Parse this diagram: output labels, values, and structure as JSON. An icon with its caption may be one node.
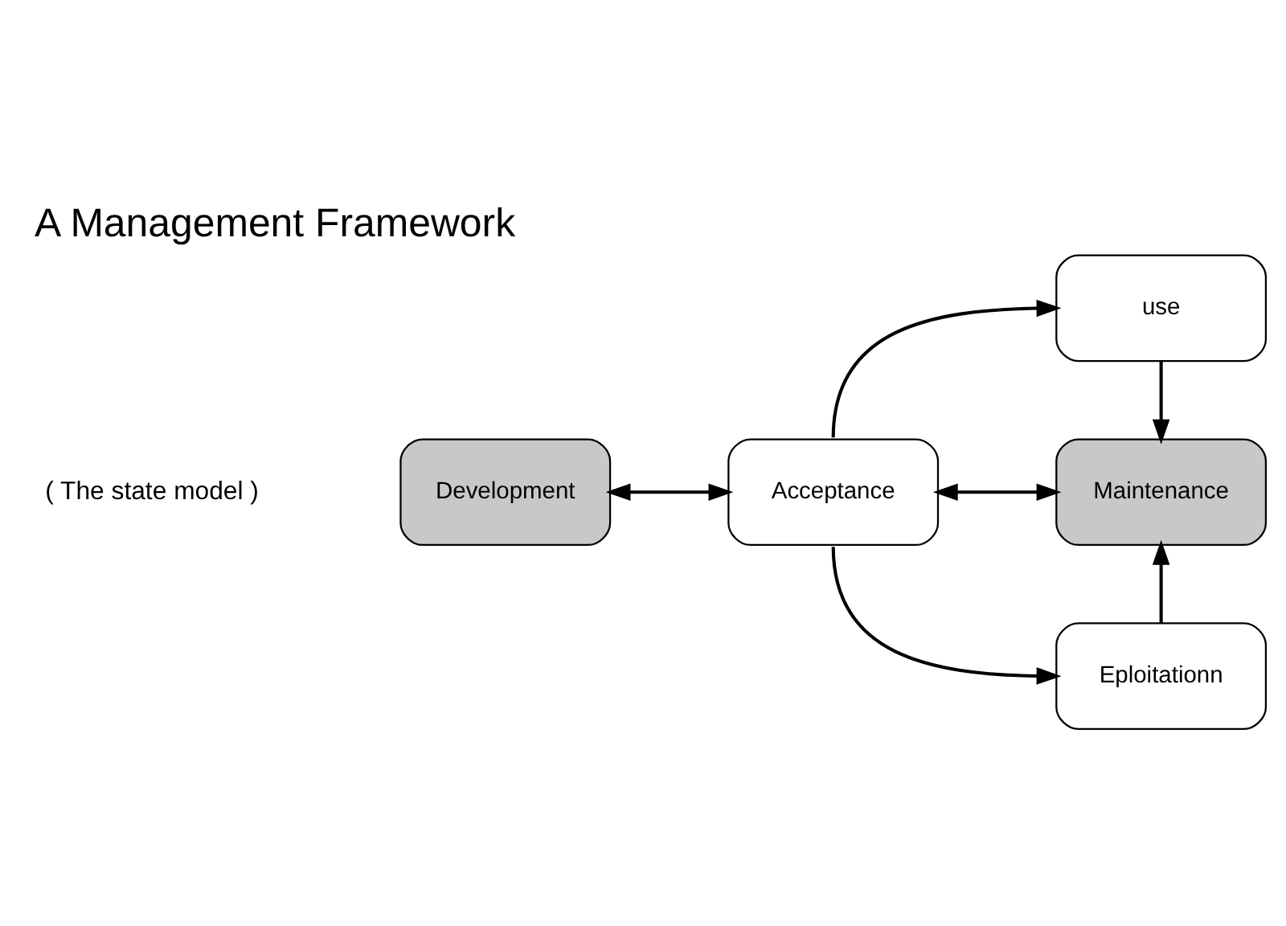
{
  "diagram": {
    "title": "A Management Framework",
    "nodes": [
      {
        "text": [
          "Development"
        ]
      },
      {
        "text": [
          "Acceptance"
        ]
      },
      {
        "text": [
          "use"
        ]
      },
      {
        "text": [
          "Maintenance"
        ]
      },
      {
        "text": [
          "Eploitationn"
        ]
      }
    ],
    "edges": [
      {
        "from": 0,
        "to": 1,
        "arrow": "both"
      },
      {
        "from": 1,
        "to": 2,
        "arrow": "to"
      },
      {
        "from": 2,
        "to": 3,
        "arrow": "to"
      },
      {
        "from": 1,
        "to": 3,
        "arrow": "both"
      },
      {
        "from": 1,
        "to": 4,
        "arrow": "to"
      },
      {
        "from": 4,
        "to": 3,
        "arrow": "to"
      }
    ],
    "labels": [
      "( The state model )"
    ]
  }
}
